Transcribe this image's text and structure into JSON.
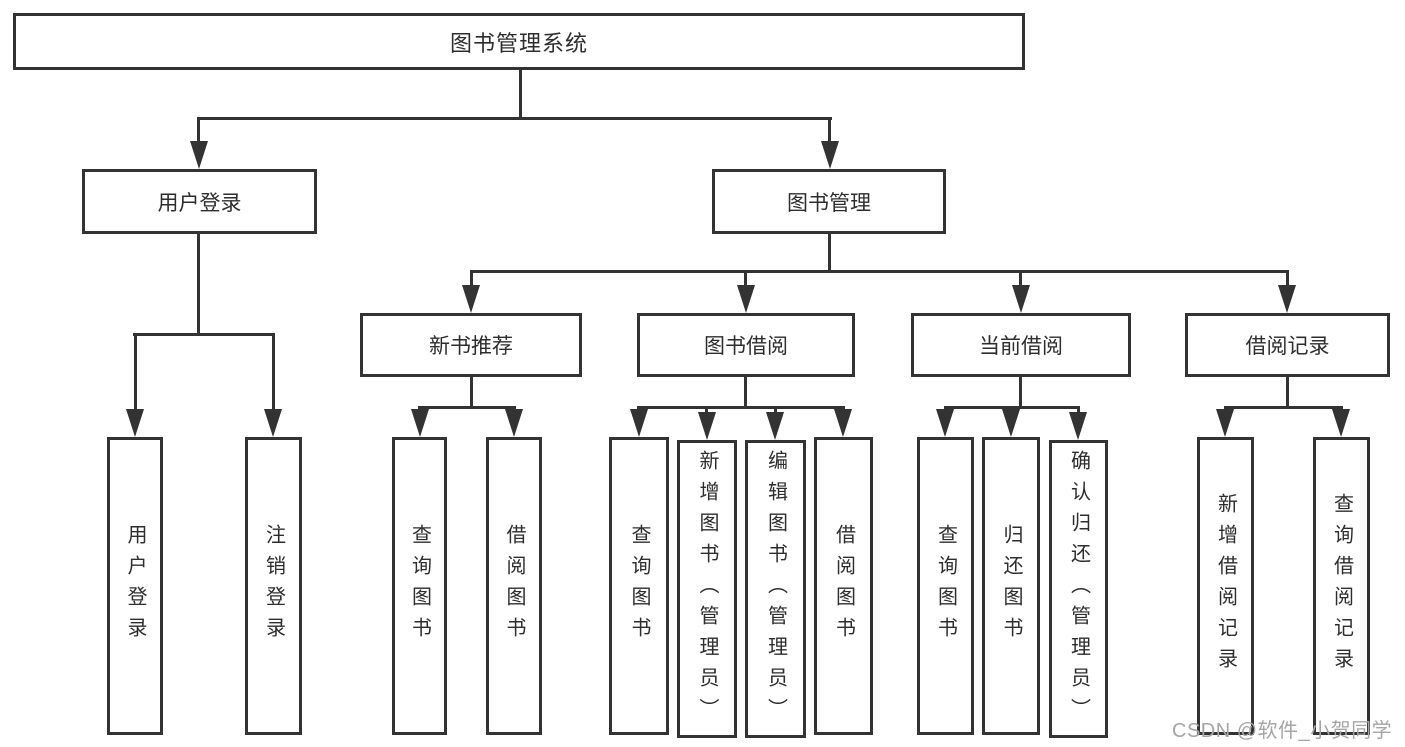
{
  "diagram": {
    "title": "图书管理系统",
    "nodes": {
      "root": {
        "label": "图书管理系统"
      },
      "user_login": {
        "label": "用户登录"
      },
      "book_mgmt": {
        "label": "图书管理"
      },
      "new_book_rec": {
        "label": "新书推荐"
      },
      "book_borrow": {
        "label": "图书借阅"
      },
      "current_borrow": {
        "label": "当前借阅"
      },
      "borrow_record": {
        "label": "借阅记录"
      },
      "leaf_user_login": {
        "label": "用户登录"
      },
      "leaf_logout": {
        "label": "注销登录"
      },
      "leaf_nbr_query": {
        "label": "查询图书"
      },
      "leaf_nbr_borrow": {
        "label": "借阅图书"
      },
      "leaf_bb_query": {
        "label": "查询图书"
      },
      "leaf_bb_add": {
        "label": "新增图书（管理员）"
      },
      "leaf_bb_edit": {
        "label": "编辑图书（管理员）"
      },
      "leaf_bb_borrow": {
        "label": "借阅图书"
      },
      "leaf_cb_query": {
        "label": "查询图书"
      },
      "leaf_cb_return": {
        "label": "归还图书"
      },
      "leaf_cb_confirm": {
        "label": "确认归还（管理员）"
      },
      "leaf_br_add": {
        "label": "新增借阅记录"
      },
      "leaf_br_query": {
        "label": "查询借阅记录"
      }
    },
    "edges": [
      {
        "from": "root",
        "to": "user_login"
      },
      {
        "from": "root",
        "to": "book_mgmt"
      },
      {
        "from": "user_login",
        "to": "leaf_user_login"
      },
      {
        "from": "user_login",
        "to": "leaf_logout"
      },
      {
        "from": "book_mgmt",
        "to": "new_book_rec"
      },
      {
        "from": "book_mgmt",
        "to": "book_borrow"
      },
      {
        "from": "book_mgmt",
        "to": "current_borrow"
      },
      {
        "from": "book_mgmt",
        "to": "borrow_record"
      },
      {
        "from": "new_book_rec",
        "to": "leaf_nbr_query"
      },
      {
        "from": "new_book_rec",
        "to": "leaf_nbr_borrow"
      },
      {
        "from": "book_borrow",
        "to": "leaf_bb_query"
      },
      {
        "from": "book_borrow",
        "to": "leaf_bb_add"
      },
      {
        "from": "book_borrow",
        "to": "leaf_bb_edit"
      },
      {
        "from": "book_borrow",
        "to": "leaf_bb_borrow"
      },
      {
        "from": "current_borrow",
        "to": "leaf_cb_query"
      },
      {
        "from": "current_borrow",
        "to": "leaf_cb_return"
      },
      {
        "from": "current_borrow",
        "to": "leaf_cb_confirm"
      },
      {
        "from": "borrow_record",
        "to": "leaf_br_add"
      },
      {
        "from": "borrow_record",
        "to": "leaf_br_query"
      }
    ],
    "colors": {
      "line": "#333333",
      "box_background": "#ffffff",
      "text": "#2d2d2d",
      "watermark": "#a5a5a5"
    }
  },
  "watermark": {
    "text": "CSDN @软件_小贺同学"
  }
}
